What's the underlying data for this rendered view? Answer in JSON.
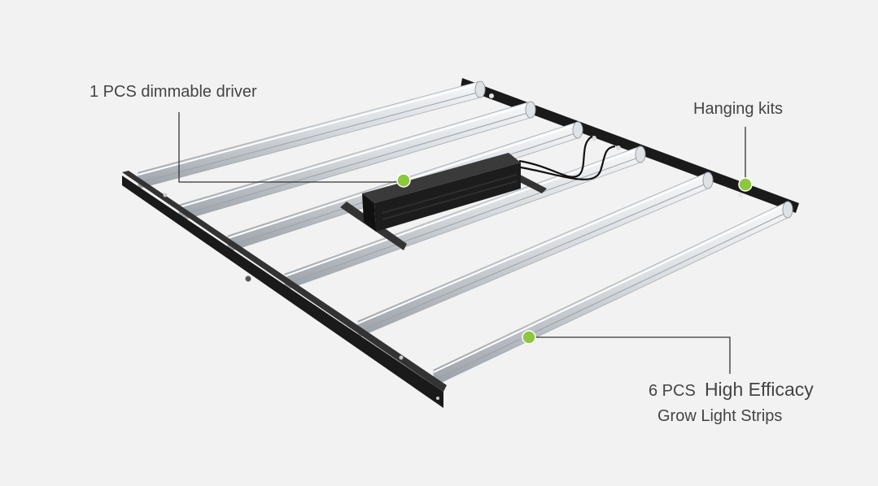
{
  "colors": {
    "background": "#f2f2f2",
    "frame": "#1a1a1a",
    "strip_light": "#eef0f2",
    "strip_mid": "#b9bec4",
    "strip_dark": "#8e949b",
    "driver": "#1c1c1c",
    "callout_dot": "#8dc63f",
    "leader_line": "#333333",
    "label_text": "#444444"
  },
  "callouts": {
    "driver": {
      "text": "1 PCS dimmable driver"
    },
    "hanging": {
      "text": "Hanging kits"
    },
    "strips": {
      "count_text": "6 PCS",
      "title_text": "High Efficacy",
      "subtitle_text": "Grow Light Strips"
    }
  }
}
